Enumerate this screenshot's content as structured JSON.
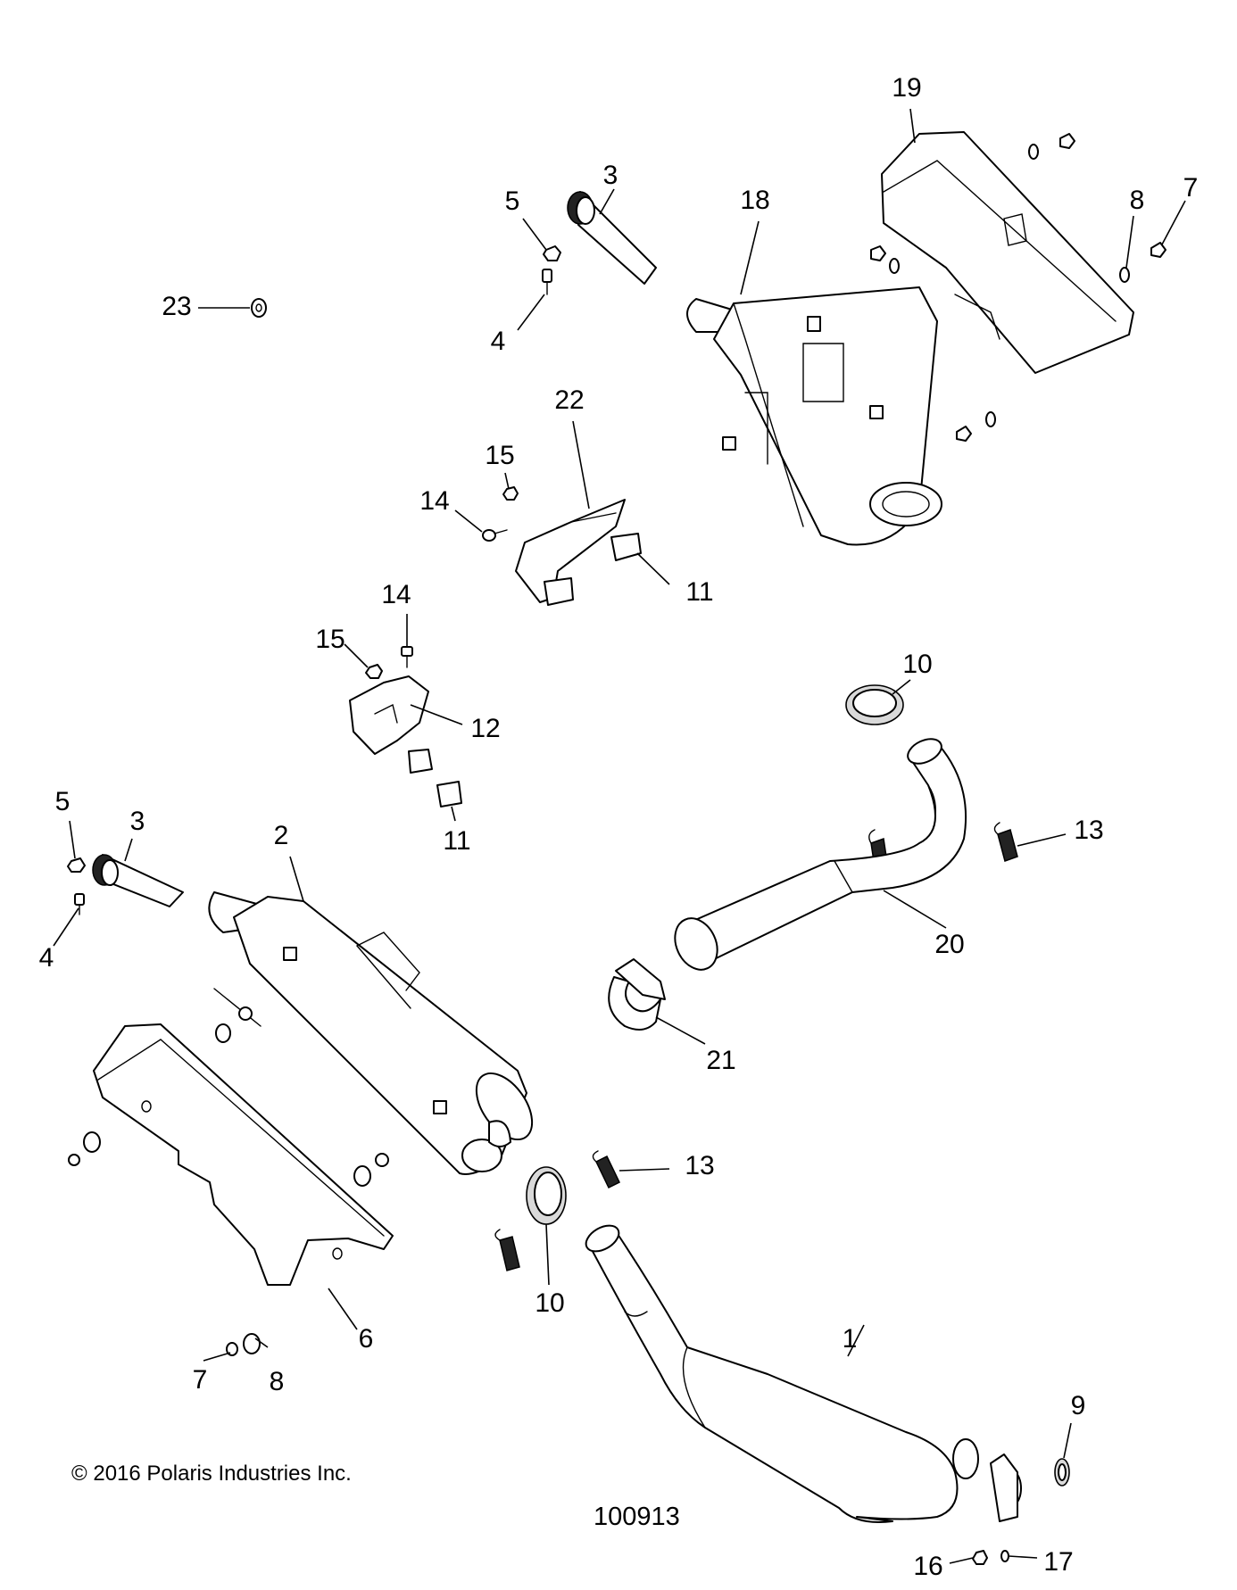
{
  "copyright": "© 2016 Polaris Industries Inc.",
  "drawing_number": "100913",
  "callouts": [
    {
      "id": "c1",
      "label": "1"
    },
    {
      "id": "c2",
      "label": "2"
    },
    {
      "id": "c3a",
      "label": "3"
    },
    {
      "id": "c3b",
      "label": "3"
    },
    {
      "id": "c4a",
      "label": "4"
    },
    {
      "id": "c4b",
      "label": "4"
    },
    {
      "id": "c5a",
      "label": "5"
    },
    {
      "id": "c5b",
      "label": "5"
    },
    {
      "id": "c6",
      "label": "6"
    },
    {
      "id": "c7a",
      "label": "7"
    },
    {
      "id": "c7b",
      "label": "7"
    },
    {
      "id": "c8a",
      "label": "8"
    },
    {
      "id": "c8b",
      "label": "8"
    },
    {
      "id": "c9",
      "label": "9"
    },
    {
      "id": "c10a",
      "label": "10"
    },
    {
      "id": "c10b",
      "label": "10"
    },
    {
      "id": "c11a",
      "label": "11"
    },
    {
      "id": "c11b",
      "label": "11"
    },
    {
      "id": "c12",
      "label": "12"
    },
    {
      "id": "c13a",
      "label": "13"
    },
    {
      "id": "c13b",
      "label": "13"
    },
    {
      "id": "c14a",
      "label": "14"
    },
    {
      "id": "c14b",
      "label": "14"
    },
    {
      "id": "c15a",
      "label": "15"
    },
    {
      "id": "c15b",
      "label": "15"
    },
    {
      "id": "c16",
      "label": "16"
    },
    {
      "id": "c17",
      "label": "17"
    },
    {
      "id": "c18",
      "label": "18"
    },
    {
      "id": "c19",
      "label": "19"
    },
    {
      "id": "c20",
      "label": "20"
    },
    {
      "id": "c21",
      "label": "21"
    },
    {
      "id": "c22",
      "label": "22"
    },
    {
      "id": "c23",
      "label": "23"
    }
  ]
}
